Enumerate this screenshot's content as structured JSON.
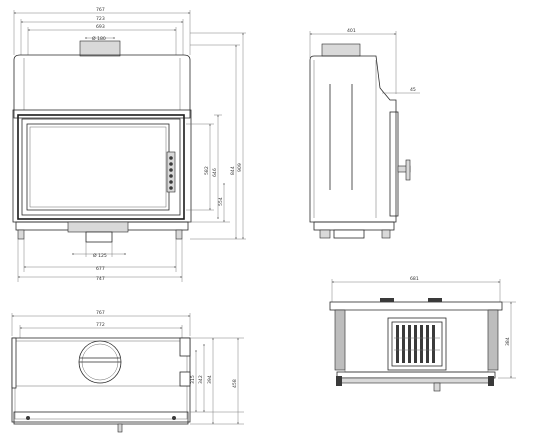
{
  "views": {
    "front": {
      "dims": {
        "w_outer": "767",
        "w_mid": "723",
        "w_inner": "693",
        "flue_dia": "Ø 180",
        "h_inner": "582",
        "h_mid": "646",
        "h_door": "554",
        "h_total": "844",
        "h_outer": "909",
        "pipe_dia": "Ø 125",
        "w_base": "677",
        "w_feet": "747"
      }
    },
    "side": {
      "dims": {
        "depth": "401",
        "angle": "45"
      }
    },
    "top": {
      "dims": {
        "w_outer": "767",
        "w_inner": "772",
        "d1": "315",
        "d2": "342",
        "d3": "394",
        "d4": "458"
      }
    },
    "section": {
      "dims": {
        "width": "681",
        "height": "384"
      }
    }
  }
}
